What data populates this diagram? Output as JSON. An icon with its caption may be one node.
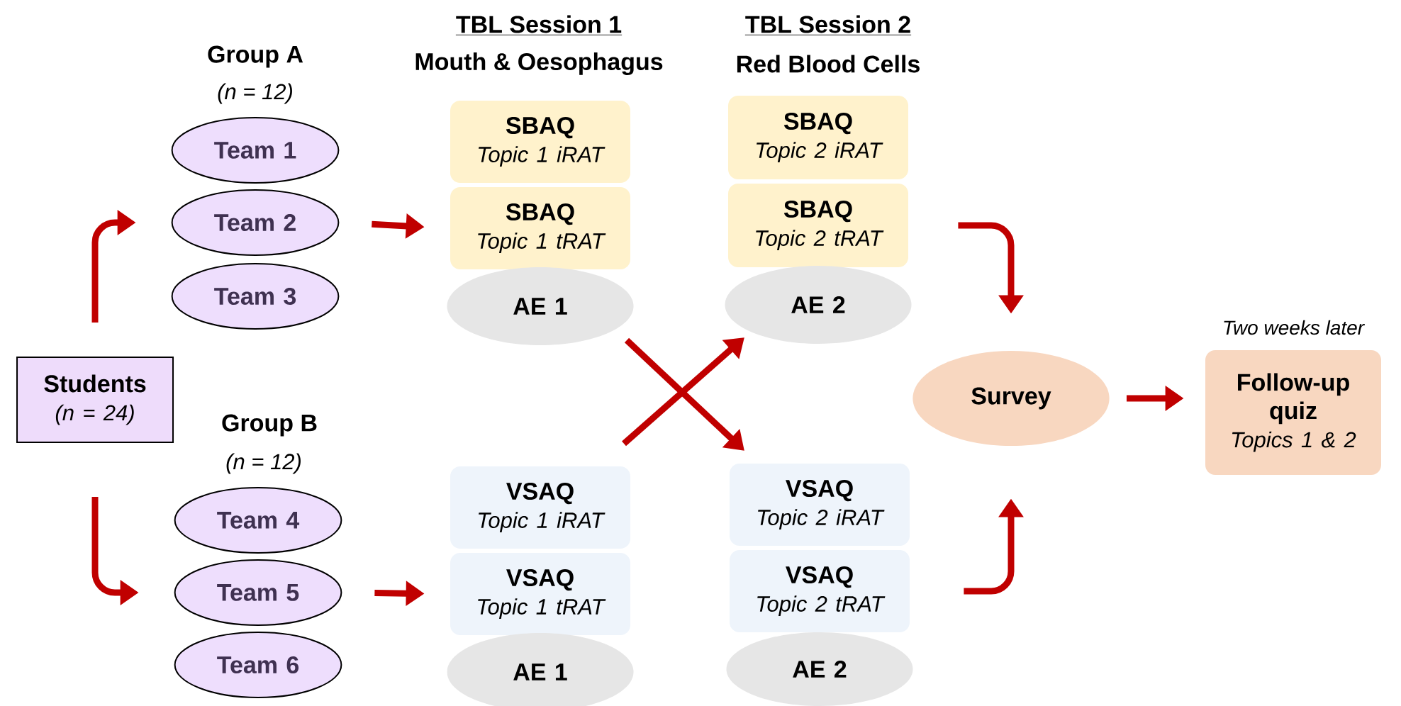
{
  "diagram": {
    "nodes": [
      {
        "text": [
          "Students",
          "(n = 24)"
        ]
      },
      {
        "text": [
          "Team 1"
        ]
      },
      {
        "text": [
          "Team 2"
        ]
      },
      {
        "text": [
          "Team 3"
        ]
      },
      {
        "text": [
          "Team 4"
        ]
      },
      {
        "text": [
          "Team 5"
        ]
      },
      {
        "text": [
          "Team 6"
        ]
      },
      {
        "text": [
          "SBAQ",
          "Topic 1 iRAT"
        ]
      },
      {
        "text": [
          "SBAQ",
          "Topic 1 tRAT"
        ]
      },
      {
        "text": [
          "AE 1"
        ]
      },
      {
        "text": [
          "VSAQ",
          "Topic 1 iRAT"
        ]
      },
      {
        "text": [
          "VSAQ",
          "Topic 1 tRAT"
        ]
      },
      {
        "text": [
          "AE 1"
        ]
      },
      {
        "text": [
          "SBAQ",
          "Topic 2 iRAT"
        ]
      },
      {
        "text": [
          "SBAQ",
          "Topic 2 tRAT"
        ]
      },
      {
        "text": [
          "AE 2"
        ]
      },
      {
        "text": [
          "VSAQ",
          "Topic 2 iRAT"
        ]
      },
      {
        "text": [
          "VSAQ",
          "Topic 2 tRAT"
        ]
      },
      {
        "text": [
          "AE 2"
        ]
      },
      {
        "text": [
          "Survey"
        ]
      },
      {
        "text": [
          "Follow-up quiz",
          "Topics 1 & 2"
        ],
        "beside": [
          "Two weeks later"
        ]
      }
    ],
    "edges": [
      {
        "from": 0,
        "to": 2,
        "arrow": "to"
      },
      {
        "from": 0,
        "to": 5,
        "arrow": "to"
      },
      {
        "from": 2,
        "to": 8,
        "arrow": "to"
      },
      {
        "from": 5,
        "to": 11,
        "arrow": "to"
      },
      {
        "from": 9,
        "to": 16,
        "arrow": "to"
      },
      {
        "from": 10,
        "to": 15,
        "arrow": "to"
      },
      {
        "from": 14,
        "to": 19,
        "arrow": "to"
      },
      {
        "from": 17,
        "to": 19,
        "arrow": "to"
      },
      {
        "from": 19,
        "to": 20,
        "arrow": "to"
      }
    ],
    "labels": [
      "TBL Session 1",
      "TBL Session 2",
      "Group A",
      "Mouth & Oesophagus",
      "Red Blood Cells",
      "(n = 12)",
      "Group B",
      "(n = 12)"
    ]
  }
}
